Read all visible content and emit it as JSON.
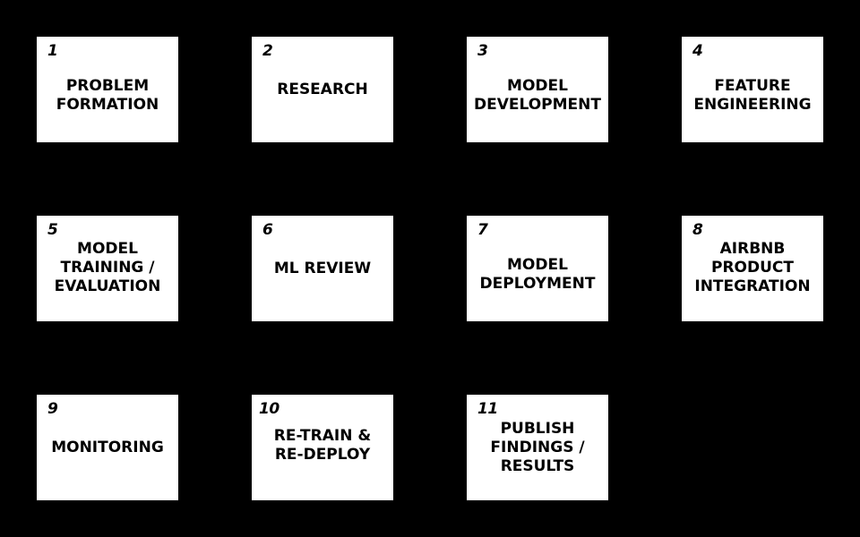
{
  "diagram": {
    "background": "#000000",
    "card_color": "#ffffff",
    "text_color": "#000000",
    "steps": [
      {
        "number": "1",
        "title": "PROBLEM\nFORMATION"
      },
      {
        "number": "2",
        "title": "RESEARCH"
      },
      {
        "number": "3",
        "title": "MODEL\nDEVELOPMENT"
      },
      {
        "number": "4",
        "title": "FEATURE\nENGINEERING"
      },
      {
        "number": "5",
        "title": "MODEL\nTRAINING /\nEVALUATION"
      },
      {
        "number": "6",
        "title": "ML REVIEW"
      },
      {
        "number": "7",
        "title": "MODEL\nDEPLOYMENT"
      },
      {
        "number": "8",
        "title": "AIRBNB\nPRODUCT\nINTEGRATION"
      },
      {
        "number": "9",
        "title": "MONITORING"
      },
      {
        "number": "10",
        "title": "RE-TRAIN &\nRE-DEPLOY"
      },
      {
        "number": "11",
        "title": "PUBLISH\nFINDINGS /\nRESULTS"
      }
    ]
  }
}
